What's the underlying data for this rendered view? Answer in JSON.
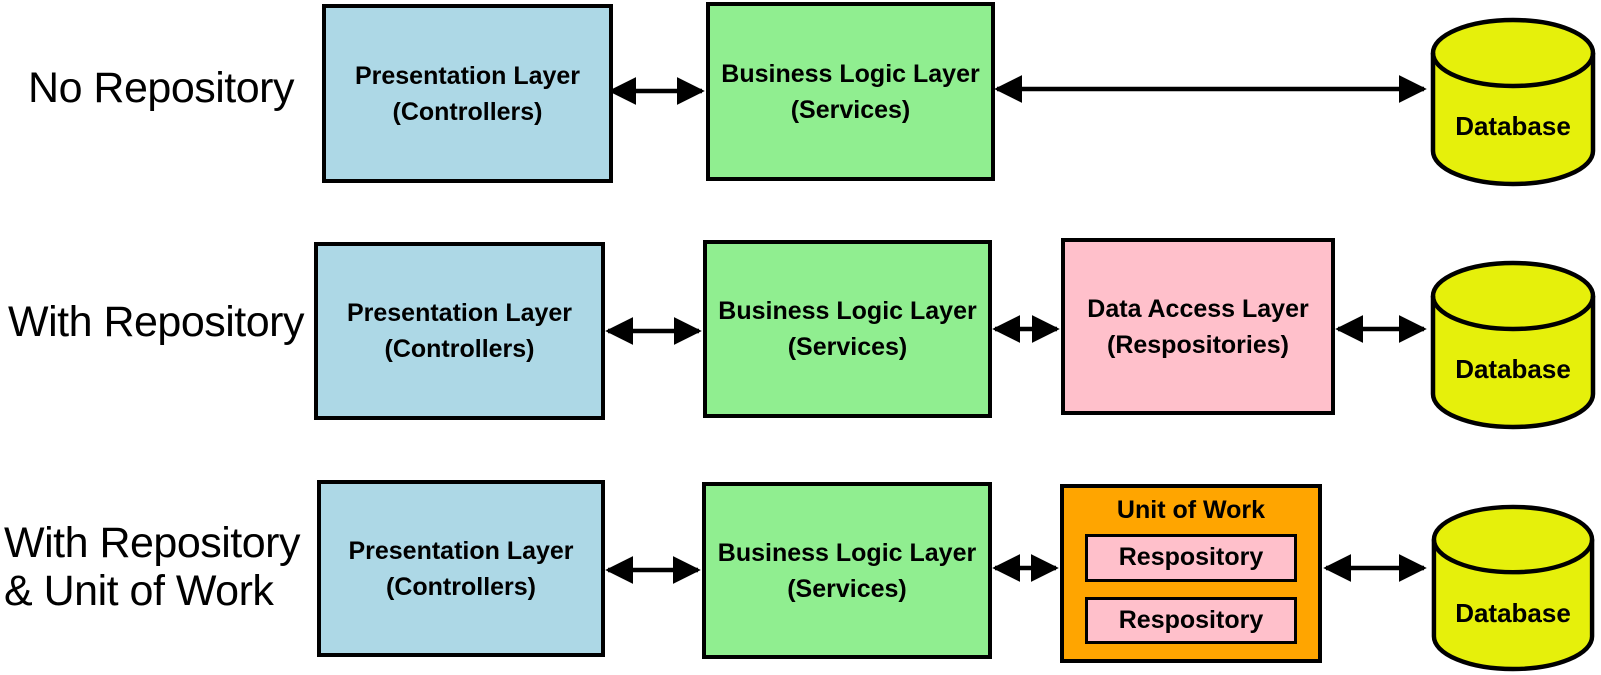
{
  "diagram": {
    "description": "Comparison of data access architectures with and without the Repository pattern and Unit of Work",
    "colors": {
      "presentation_layer": "#ADD8E6",
      "business_logic_layer": "#90EE90",
      "data_access_layer": "#FFC0CB",
      "unit_of_work": "#FFA500",
      "database": "#E6F00B",
      "stroke": "#000000",
      "background": "#FFFFFF"
    },
    "rows": [
      {
        "label_lines": [
          "No Repository"
        ],
        "presentation_layer": {
          "title": "Presentation Layer",
          "subtitle": "(Controllers)"
        },
        "business_logic_layer": {
          "title": "Business Logic Layer",
          "subtitle": "(Services)"
        },
        "database": {
          "label": "Database"
        }
      },
      {
        "label_lines": [
          "With Repository"
        ],
        "presentation_layer": {
          "title": "Presentation Layer",
          "subtitle": "(Controllers)"
        },
        "business_logic_layer": {
          "title": "Business Logic Layer",
          "subtitle": "(Services)"
        },
        "data_access_layer": {
          "title": "Data Access Layer",
          "subtitle": "(Respositories)"
        },
        "database": {
          "label": "Database"
        }
      },
      {
        "label_lines": [
          "With Repository",
          "& Unit of Work"
        ],
        "presentation_layer": {
          "title": "Presentation Layer",
          "subtitle": "(Controllers)"
        },
        "business_logic_layer": {
          "title": "Business Logic Layer",
          "subtitle": "(Services)"
        },
        "unit_of_work": {
          "title": "Unit of Work",
          "repositories": [
            "Respository",
            "Respository"
          ]
        },
        "database": {
          "label": "Database"
        }
      }
    ]
  }
}
